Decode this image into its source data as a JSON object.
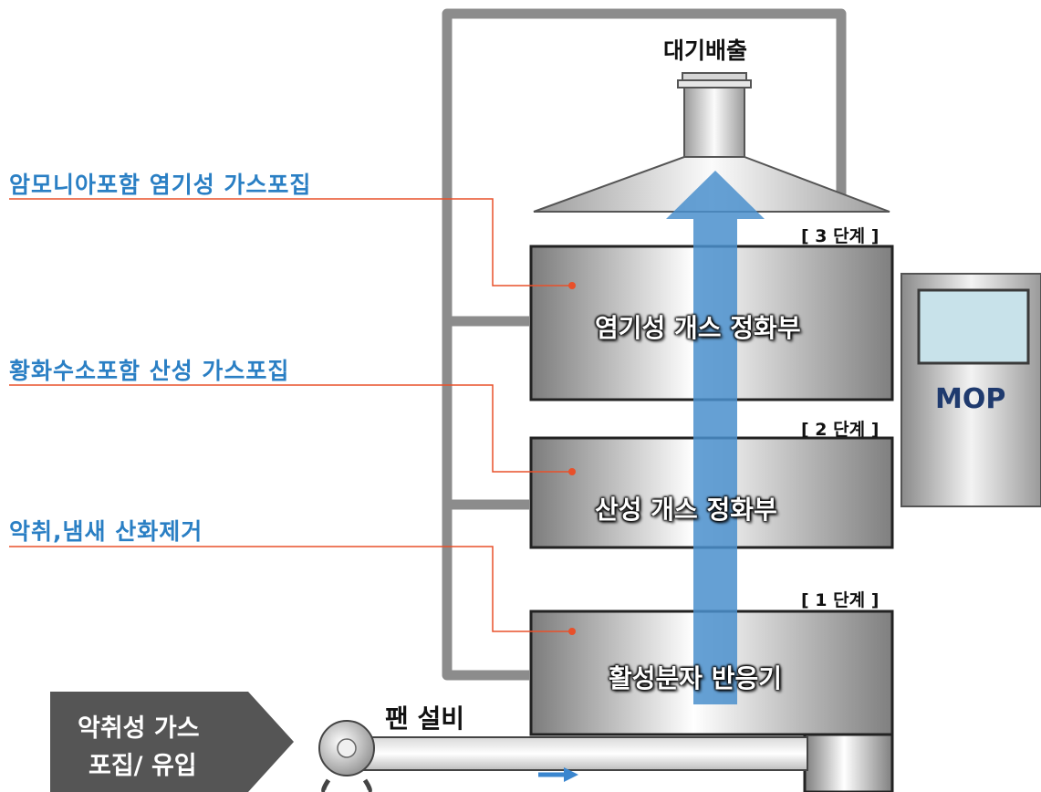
{
  "title": "대기배출",
  "labels": {
    "ammonia": "암모니아포함 염기성 가스포집",
    "h2s": "황화수소포함 산성 가스포집",
    "odor": "악취,냄새 산화제거"
  },
  "stages": {
    "stage3": "[ 3 단계 ]",
    "stage2": "[ 2 단계 ]",
    "stage1": "[ 1 단계 ]"
  },
  "units": {
    "basic": "염기성 개스 정화부",
    "acid": "산성 개스 정화부",
    "reactor": "활성분자 반응기"
  },
  "mop": "MOP",
  "inlet": {
    "line1": "악취성 가스",
    "line2": "포집/ 유입"
  },
  "fan": "팬 설비",
  "colors": {
    "accent_blue": "#2a7fc4",
    "line_red": "#e8502a",
    "flow_blue": "#4a8fcc"
  }
}
